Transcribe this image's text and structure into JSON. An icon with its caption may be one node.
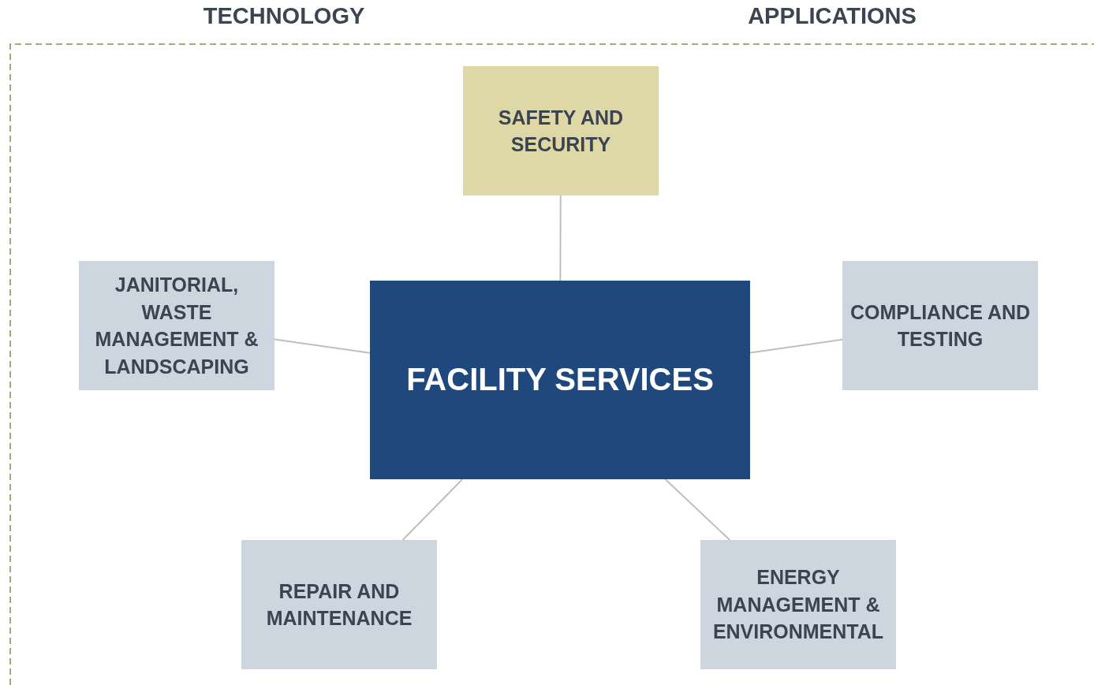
{
  "diagram": {
    "nodes": [
      {
        "text": [
          "FACILITY SERVICES"
        ]
      },
      {
        "text": [
          "SAFETY AND SECURITY"
        ]
      },
      {
        "text": [
          "JANITORIAL, WASTE MANAGEMENT & LANDSCAPING"
        ]
      },
      {
        "text": [
          "COMPLIANCE AND TESTING"
        ]
      },
      {
        "text": [
          "REPAIR AND MAINTENANCE"
        ]
      },
      {
        "text": [
          "ENERGY MANAGEMENT & ENVIRONMENTAL"
        ]
      }
    ],
    "edges": [
      {
        "from": 0,
        "to": 1,
        "arrow": "none"
      },
      {
        "from": 0,
        "to": 2,
        "arrow": "none"
      },
      {
        "from": 0,
        "to": 3,
        "arrow": "none"
      },
      {
        "from": 0,
        "to": 4,
        "arrow": "none"
      },
      {
        "from": 0,
        "to": 5,
        "arrow": "none"
      }
    ],
    "labels": [
      "TECHNOLOGY",
      "APPLICATIONS"
    ]
  }
}
